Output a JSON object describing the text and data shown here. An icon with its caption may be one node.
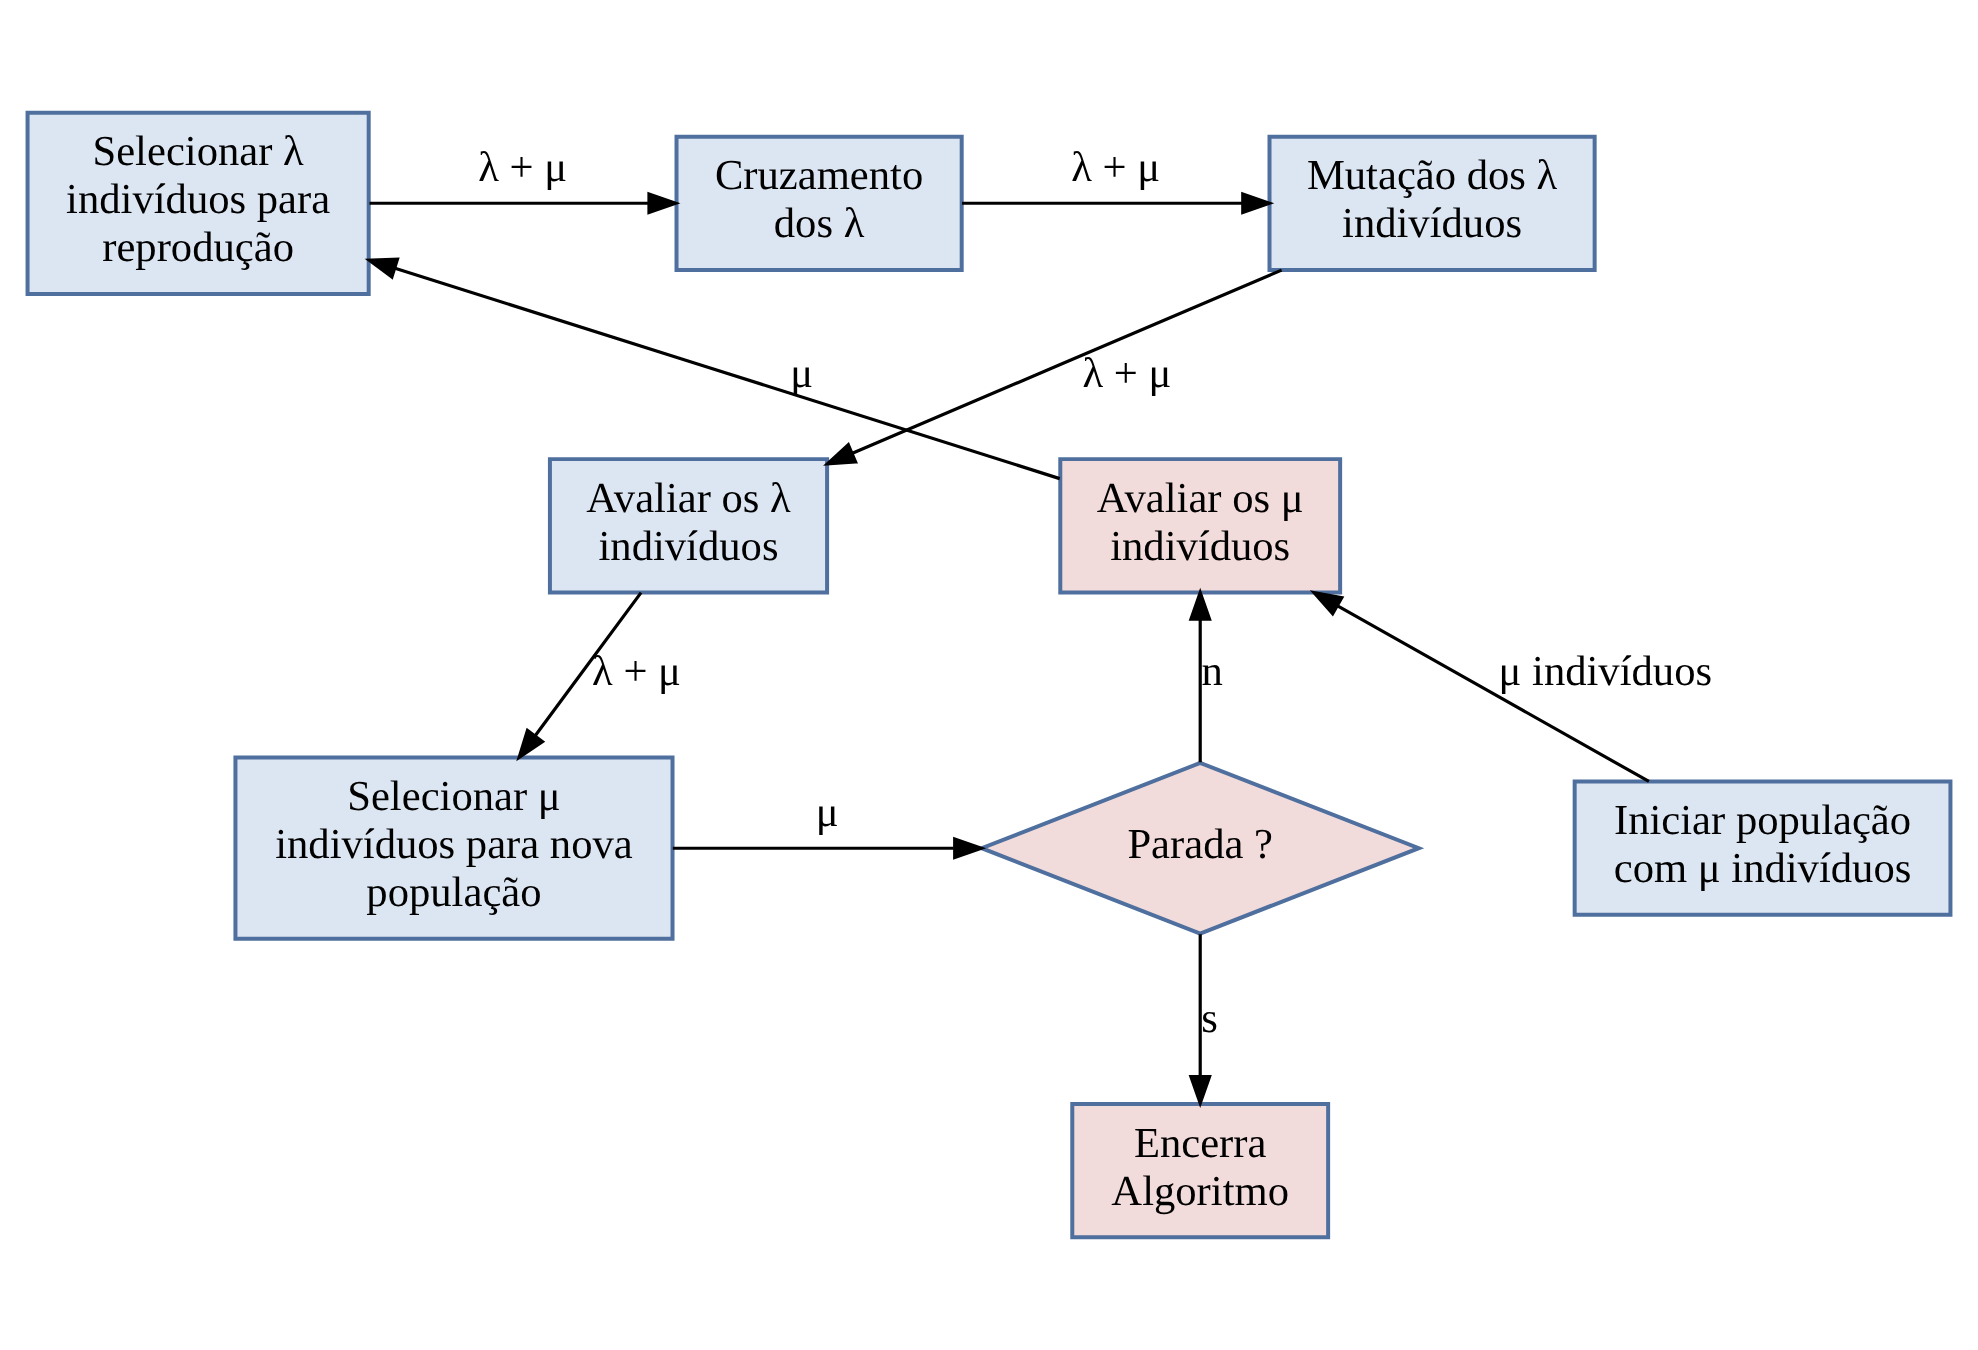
{
  "diagram": {
    "nodes": [
      {
        "text": [
          "Selecionar λ indivíduos para reprodução"
        ]
      },
      {
        "text": [
          "Cruzamento dos λ"
        ]
      },
      {
        "text": [
          "Mutação dos λ indivíduos"
        ]
      },
      {
        "text": [
          "Avaliar os λ indivíduos"
        ]
      },
      {
        "text": [
          "Selecionar μ indivíduos para nova população"
        ]
      },
      {
        "text": [
          "Parada ?"
        ]
      },
      {
        "text": [
          "Encerra Algoritmo"
        ]
      },
      {
        "text": [
          "Avaliar os μ indivíduos"
        ]
      },
      {
        "text": [
          "Iniciar população com μ indivíduos"
        ]
      }
    ],
    "edges": [
      {
        "from": 0,
        "to": 1,
        "arrow": "to",
        "label": "λ + μ"
      },
      {
        "from": 1,
        "to": 2,
        "arrow": "to",
        "label": "λ + μ"
      },
      {
        "from": 2,
        "to": 3,
        "arrow": "to",
        "label": "λ + μ"
      },
      {
        "from": 3,
        "to": 4,
        "arrow": "to",
        "label": "λ + μ"
      },
      {
        "from": 4,
        "to": 5,
        "arrow": "to",
        "label": "μ"
      },
      {
        "from": 5,
        "to": 7,
        "arrow": "to",
        "label": "n"
      },
      {
        "from": 5,
        "to": 6,
        "arrow": "to",
        "label": "s"
      },
      {
        "from": 8,
        "to": 7,
        "arrow": "to",
        "label": "μ indivíduos"
      },
      {
        "from": 7,
        "to": 0,
        "arrow": "to",
        "label": "μ"
      }
    ]
  }
}
